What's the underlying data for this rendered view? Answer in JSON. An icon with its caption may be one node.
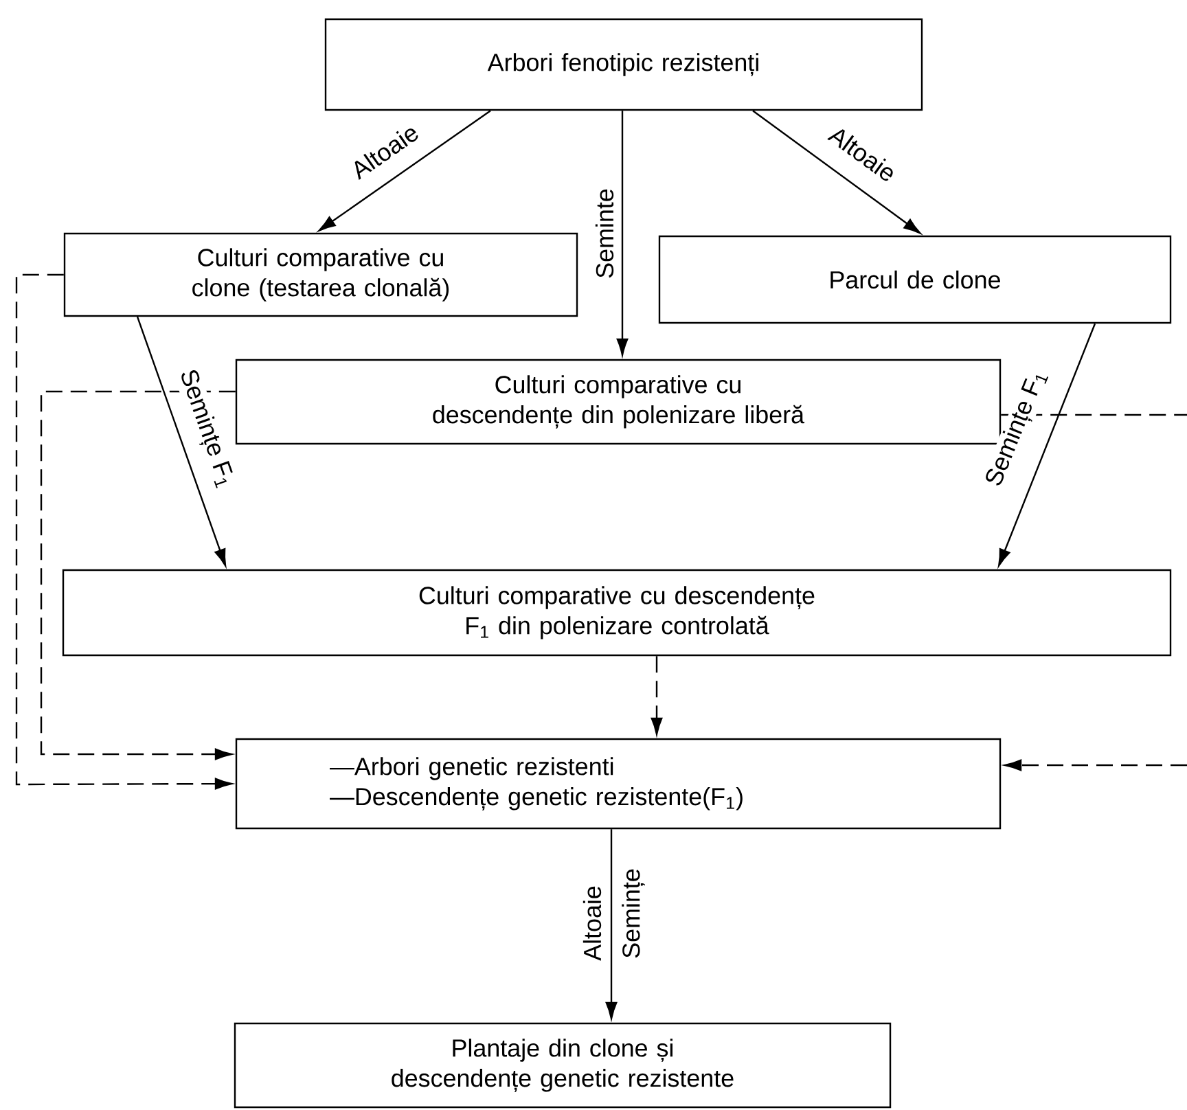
{
  "diagram": {
    "nodes": [
      {
        "text": [
          "Arbori fenotipic rezistenți"
        ]
      },
      {
        "text": [
          "Culturi comparative cu clone (testarea clonală)"
        ]
      },
      {
        "text": [
          "Parcul de clone"
        ]
      },
      {
        "text": [
          "Culturi comparative cu descendențe din polenizare liberă"
        ]
      },
      {
        "text": [
          "Culturi comparative cu descendențe F$_{1}$ din polenizare controlată"
        ]
      },
      {
        "text": [
          "—Arbori genetic rezistenti",
          "—Descendențe genetic rezistente(F$_{1}$)"
        ]
      },
      {
        "text": [
          "Plantaje din clone și descendențe genetic rezistente"
        ]
      }
    ],
    "edges": [
      {
        "from": 0,
        "to": 1,
        "arrow": "to",
        "label": "Altoaie"
      },
      {
        "from": 0,
        "to": 3,
        "arrow": "to",
        "label": "Seminte"
      },
      {
        "from": 0,
        "to": 2,
        "arrow": "to",
        "label": "Altoaie"
      },
      {
        "from": 1,
        "to": 4,
        "arrow": "to",
        "label": "Semințe F$_{1}$"
      },
      {
        "from": 2,
        "to": 4,
        "arrow": "to",
        "label": "Semințe F$_{1}$"
      },
      {
        "from": 3,
        "to": 5,
        "arrow": "to",
        "style": "dashed"
      },
      {
        "from": 1,
        "to": 5,
        "arrow": "to",
        "style": "dashed"
      },
      {
        "from": 3,
        "to": null,
        "arrow": "none",
        "style": "dashed"
      },
      {
        "from": null,
        "to": 5,
        "arrow": "to",
        "style": "dashed"
      },
      {
        "from": 4,
        "to": 5,
        "arrow": "to",
        "style": "dashed"
      },
      {
        "from": 5,
        "to": 6,
        "arrow": "to",
        "label": "Altoaie"
      }
    ],
    "labels": [
      "Semințe"
    ]
  }
}
